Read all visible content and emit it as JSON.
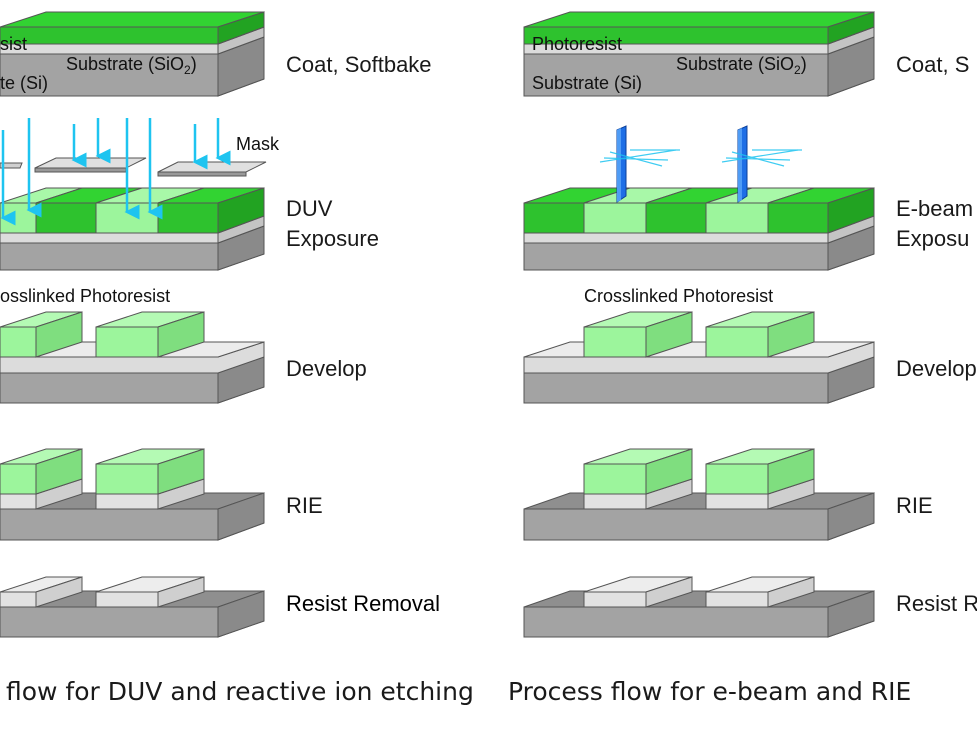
{
  "left": {
    "caption": "flow for DUV and reactive ion etching",
    "step1": {
      "label": "Coat, Softbake",
      "photoresist": "sist",
      "substrate_sio2": "Substrate (SiO",
      "sio2_sub": "2",
      "sio2_close": ")",
      "substrate_si": "te (Si)"
    },
    "step2": {
      "label_line1": "DUV",
      "label_line2": "Exposure",
      "mask": "Mask"
    },
    "step3": {
      "label": "Develop",
      "crosslinked": "osslinked Photoresist"
    },
    "step4": {
      "label": "RIE"
    },
    "step5": {
      "label": "Resist Removal"
    }
  },
  "right": {
    "caption": "Process flow for e-beam and RIE",
    "step1": {
      "label": "Coat, S",
      "photoresist": "Photoresist",
      "substrate_sio2": "Substrate (SiO",
      "sio2_sub": "2",
      "sio2_close": ")",
      "substrate_si": "Substrate (Si)"
    },
    "step2": {
      "label_line1": "E-beam",
      "label_line2": "Exposu"
    },
    "step3": {
      "label": "Develop",
      "crosslinked": "Crosslinked Photoresist"
    },
    "step4": {
      "label": "RIE"
    },
    "step5": {
      "label": "Resist R"
    }
  },
  "colors": {
    "resist_dark": "#2ec22e",
    "resist_light": "#9cf59c",
    "sio2": "#dcdcdc",
    "si": "#a3a3a3",
    "uv_arrow": "#1ec4f0",
    "beam": "#1e6fe6",
    "text": "#1a1a1a"
  }
}
